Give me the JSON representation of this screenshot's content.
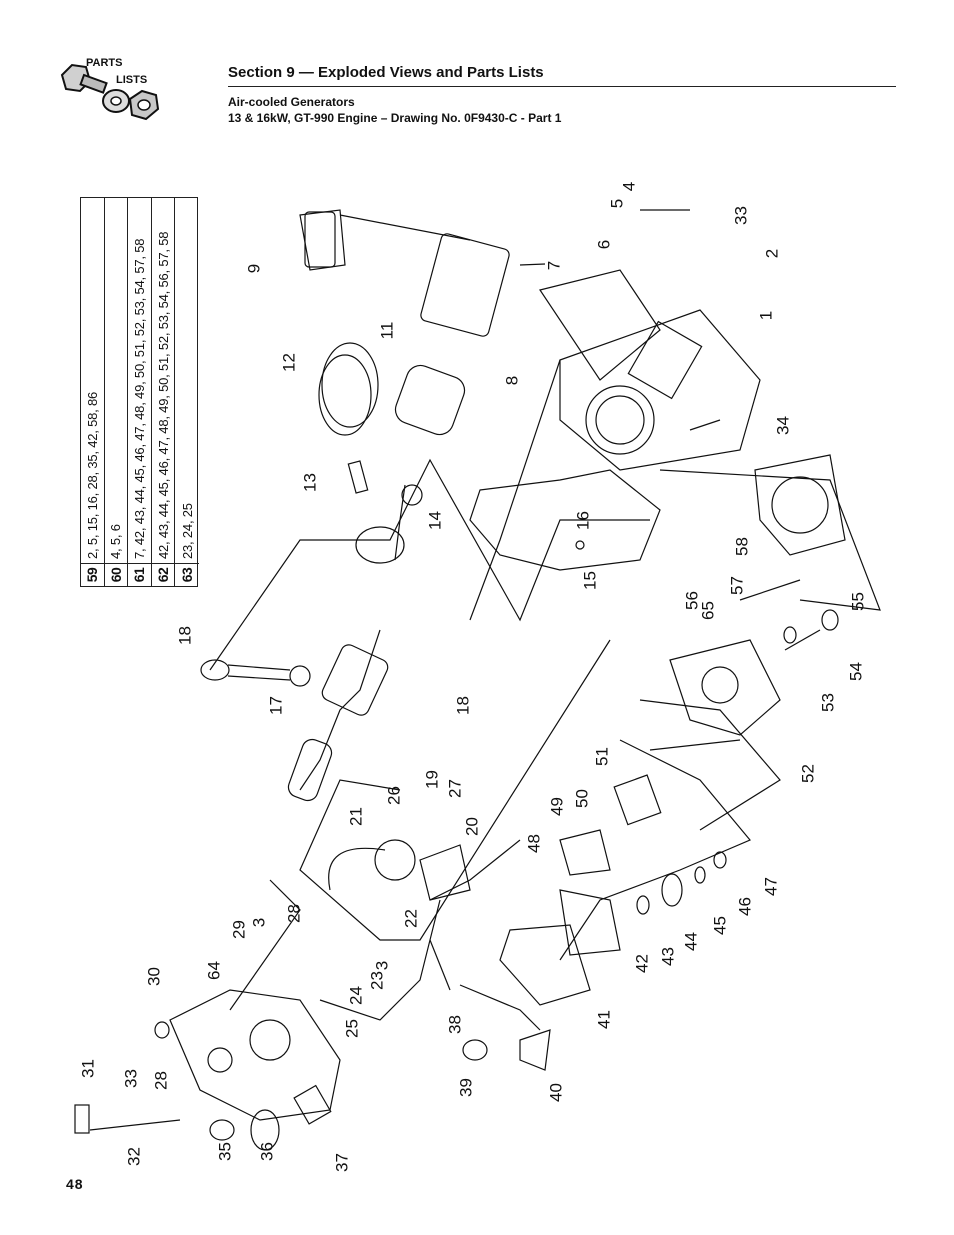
{
  "logo": {
    "line1": "PARTS",
    "line2": "LISTS"
  },
  "header": {
    "section_title": "Section 9 — Exploded Views and Parts Lists",
    "subtitle1": "Air-cooled Generators",
    "subtitle2": "13 & 16kW, GT-990 Engine – Drawing No. 0F9430-C - Part 1"
  },
  "parts_table": [
    {
      "num": "59",
      "parts": "2, 5, 15, 16, 28, 35, 42, 58, 86"
    },
    {
      "num": "60",
      "parts": "4, 5, 6"
    },
    {
      "num": "61",
      "parts": "7, 42, 43, 44, 45, 46, 47, 48, 49, 50, 51, 52, 53, 54, 57, 58"
    },
    {
      "num": "62",
      "parts": "42, 43, 44, 45, 46, 47, 48, 49, 50, 51, 52, 53, 54, 56, 57, 58"
    },
    {
      "num": "63",
      "parts": "23, 24, 25"
    }
  ],
  "callouts": [
    "4",
    "33",
    "5",
    "6",
    "2",
    "1",
    "7",
    "9",
    "11",
    "12",
    "8",
    "13",
    "14",
    "16",
    "15",
    "34",
    "58",
    "57",
    "56",
    "65",
    "55",
    "54",
    "53",
    "18",
    "17",
    "18",
    "52",
    "51",
    "49",
    "50",
    "48",
    "19",
    "26",
    "21",
    "27",
    "20",
    "47",
    "46",
    "45",
    "44",
    "43",
    "42",
    "41",
    "28",
    "22",
    "29",
    "3",
    "3",
    "64",
    "23",
    "24",
    "25",
    "30",
    "38",
    "39",
    "40",
    "31",
    "33",
    "28",
    "32",
    "35",
    "36",
    "37"
  ],
  "page_number": "48"
}
